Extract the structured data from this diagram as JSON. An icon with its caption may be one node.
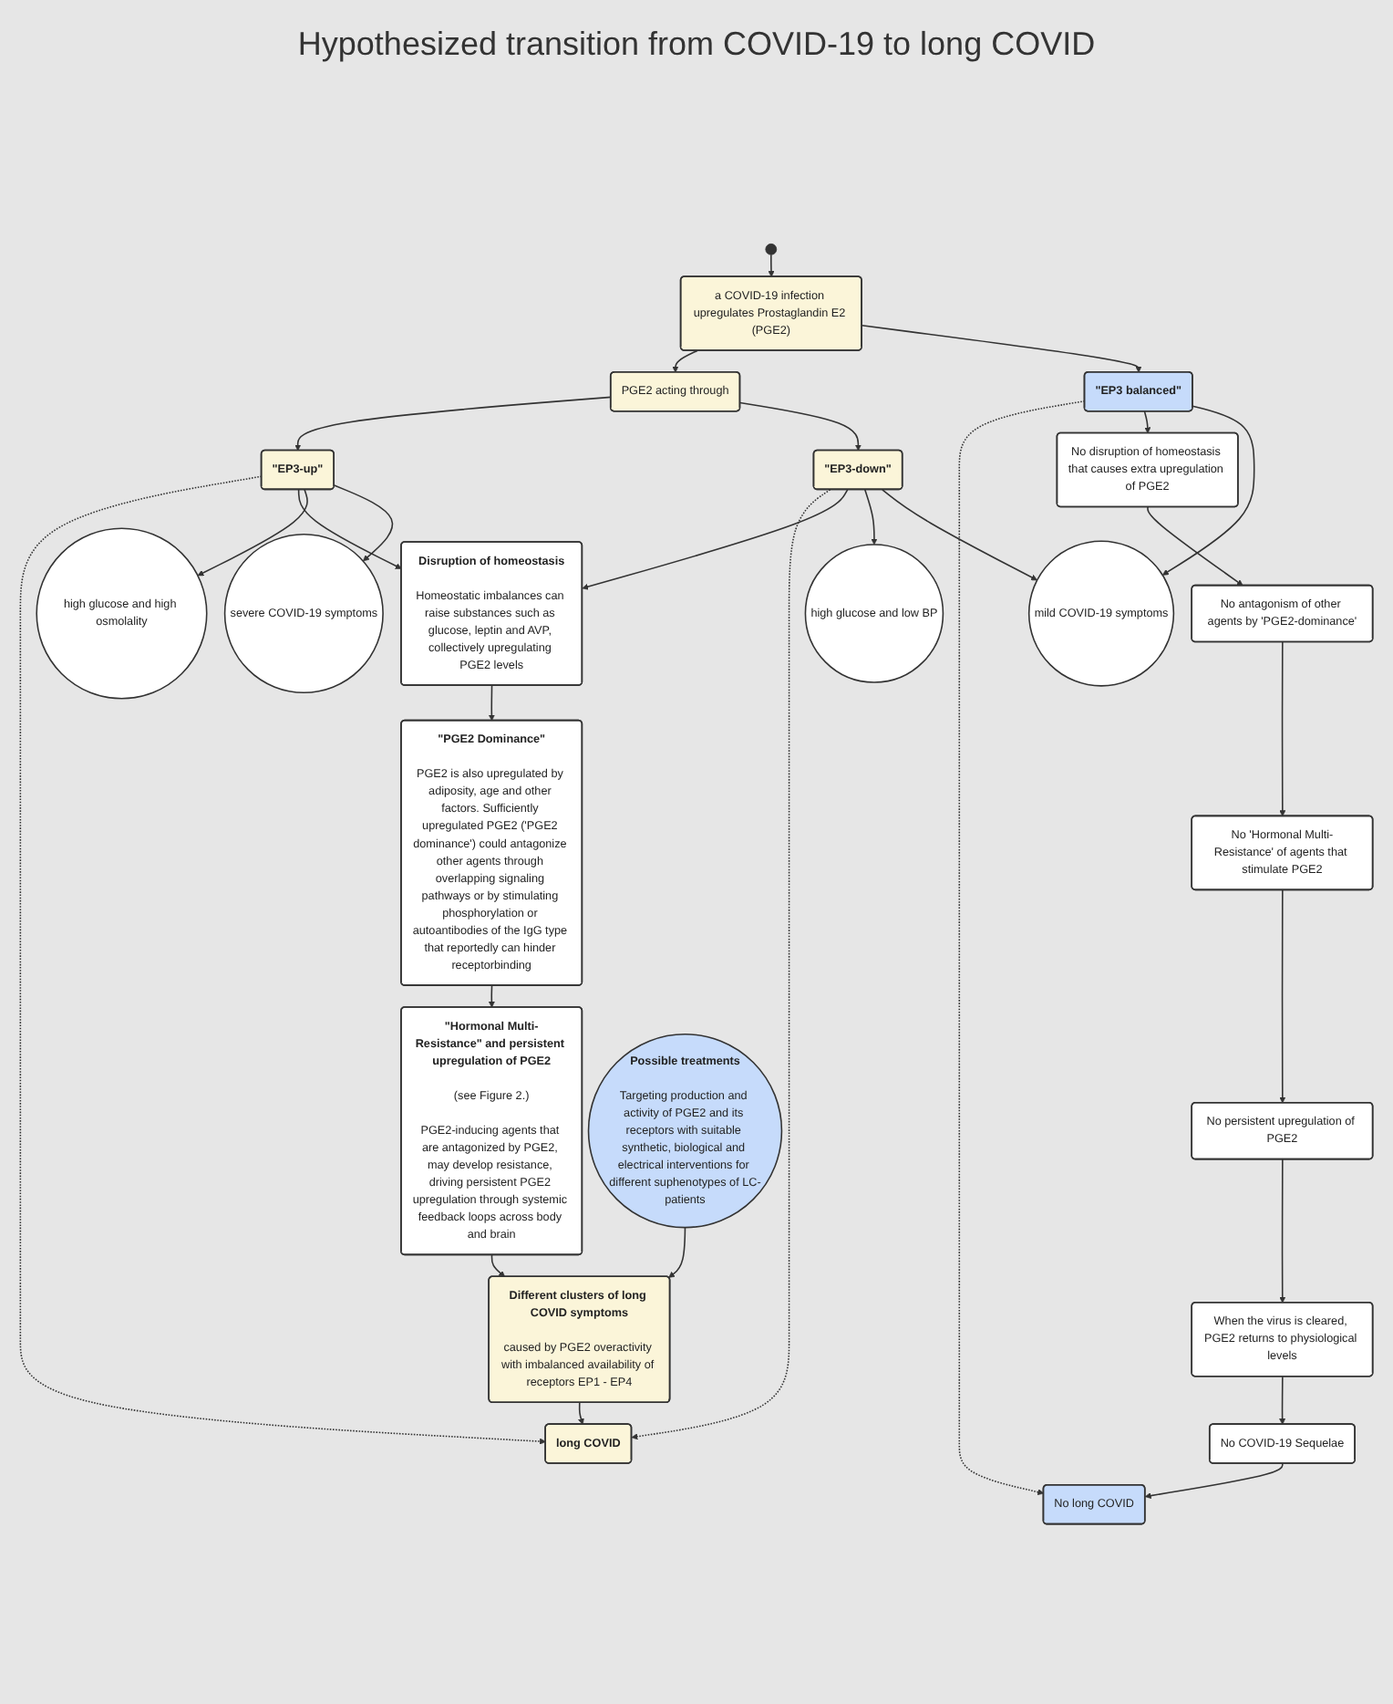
{
  "diagram": {
    "title": "Hypothesized transition from COVID-19 to long COVID",
    "nodes": [
      {
        "text": [
          "a COVID-19 infection upregulates Prostaglandin E2 (PGE2)"
        ]
      },
      {
        "text": [],
        "shape": "circle"
      },
      {
        "text": [
          "PGE2 acting through"
        ]
      },
      {
        "text": [
          "\"EP3 balanced\""
        ]
      },
      {
        "text": [
          "mild COVID-19 symptoms"
        ]
      },
      {
        "text": [
          "\"EP3-down\""
        ]
      },
      {
        "text": [
          "\"EP3-up\""
        ]
      },
      {
        "text": [
          "severe COVID-19 symptoms"
        ]
      },
      {
        "text": [
          "high glucose and low BP"
        ]
      },
      {
        "text": [
          "high glucose and high osmolality"
        ]
      },
      {
        "text": [
          "Disruption of homeostasis",
          "Homeostatic imbalances can raise substances such as glucose, leptin and AVP, collectively upregulating PGE2 levels"
        ]
      },
      {
        "text": [
          "No disruption of homeostasis that causes extra upregulation of PGE2"
        ]
      },
      {
        "text": [
          "No antagonism of other agents by 'PGE2-dominance'"
        ]
      },
      {
        "text": [
          "No 'Hormonal Multi-Resistance' of agents that stimulate PGE2"
        ]
      },
      {
        "text": [
          "No persistent upregulation of PGE2"
        ]
      },
      {
        "text": [
          "When the virus is cleared, PGE2 returns to physiological levels"
        ]
      },
      {
        "text": [
          "No COVID-19 Sequelae"
        ]
      },
      {
        "text": [
          "\"PGE2 Dominance\"",
          "PGE2 is also upregulated by adiposity, age and other factors. Sufficiently upregulated PGE2 ('PGE2 dominance') could antagonize other agents through overlapping signaling pathways or by stimulating phosphorylation or autoantibodies of the IgG type that reportedly can hinder receptorbinding"
        ]
      },
      {
        "text": [
          "\"Hormonal Multi-Resistance\" and persistent upregulation of PGE2",
          "(see Figure 2.)",
          "PGE2-inducing agents that are antagonized by PGE2, may develop resistance, driving persistent PGE2 upregulation through systemic feedback loops across body and brain"
        ]
      },
      {
        "text": [
          "Possible treatments",
          "Targeting production and activity of PGE2 and its receptors with suitable synthetic, biological and electrical interventions for different suphenotypes of LC-patients"
        ]
      },
      {
        "text": [
          "Different clusters of long COVID symptoms",
          "caused by PGE2 overactivity with imbalanced availability of receptors EP1 - EP4"
        ]
      },
      {
        "text": [
          "No long COVID"
        ]
      },
      {
        "text": [
          "long COVID"
        ]
      }
    ],
    "edges": [
      {
        "from": 1,
        "to": 0,
        "arrow": "to"
      },
      {
        "from": 0,
        "to": 3,
        "arrow": "to"
      },
      {
        "from": 0,
        "to": 2,
        "arrow": "to"
      },
      {
        "from": 2,
        "to": 5,
        "arrow": "to"
      },
      {
        "from": 2,
        "to": 6,
        "arrow": "to"
      },
      {
        "from": 3,
        "to": 4,
        "arrow": "to"
      },
      {
        "from": 5,
        "to": 4,
        "arrow": "to"
      },
      {
        "from": 5,
        "to": 8,
        "arrow": "to"
      },
      {
        "from": 6,
        "to": 7,
        "arrow": "to"
      },
      {
        "from": 6,
        "to": 9,
        "arrow": "to"
      },
      {
        "from": 5,
        "to": 10,
        "arrow": "to"
      },
      {
        "from": 6,
        "to": 10,
        "arrow": "to"
      },
      {
        "from": 3,
        "to": 11,
        "arrow": "to"
      },
      {
        "from": 11,
        "to": 12,
        "arrow": "to"
      },
      {
        "from": 12,
        "to": 13,
        "arrow": "to"
      },
      {
        "from": 13,
        "to": 14,
        "arrow": "to"
      },
      {
        "from": 14,
        "to": 15,
        "arrow": "to"
      },
      {
        "from": 15,
        "to": 16,
        "arrow": "to"
      },
      {
        "from": 16,
        "to": 21,
        "arrow": "to"
      },
      {
        "from": 3,
        "to": 21,
        "arrow": "to",
        "style": "dashed"
      },
      {
        "from": 5,
        "to": 22,
        "arrow": "to",
        "style": "dashed"
      },
      {
        "from": 6,
        "to": 22,
        "arrow": "to",
        "style": "dashed"
      },
      {
        "from": 10,
        "to": 17,
        "arrow": "to"
      },
      {
        "from": 17,
        "to": 18,
        "arrow": "to"
      },
      {
        "from": 18,
        "to": 20,
        "arrow": "to"
      },
      {
        "from": 19,
        "to": 20,
        "arrow": "to"
      },
      {
        "from": 20,
        "to": 22,
        "arrow": "to"
      }
    ]
  }
}
